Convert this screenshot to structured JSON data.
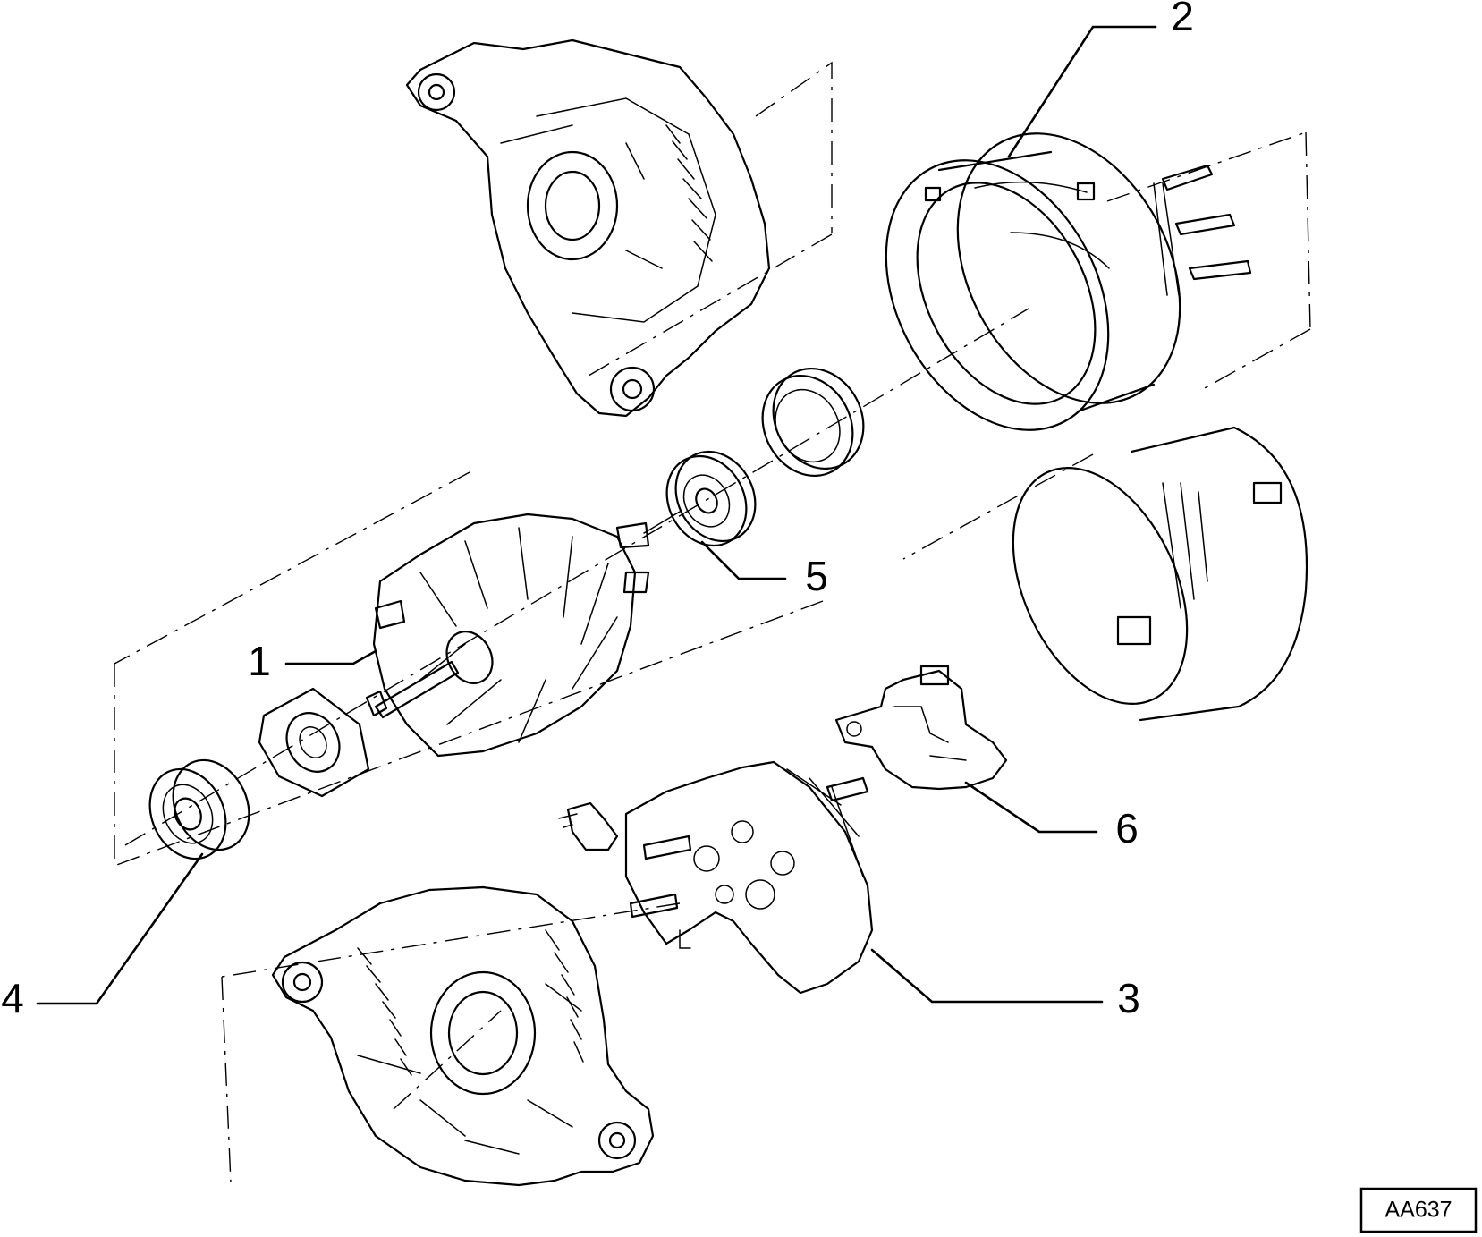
{
  "callouts": [
    {
      "id": "1",
      "label": "1"
    },
    {
      "id": "2",
      "label": "2"
    },
    {
      "id": "3",
      "label": "3"
    },
    {
      "id": "4",
      "label": "4"
    },
    {
      "id": "5",
      "label": "5"
    },
    {
      "id": "6",
      "label": "6"
    }
  ],
  "reference_code": "AA637"
}
